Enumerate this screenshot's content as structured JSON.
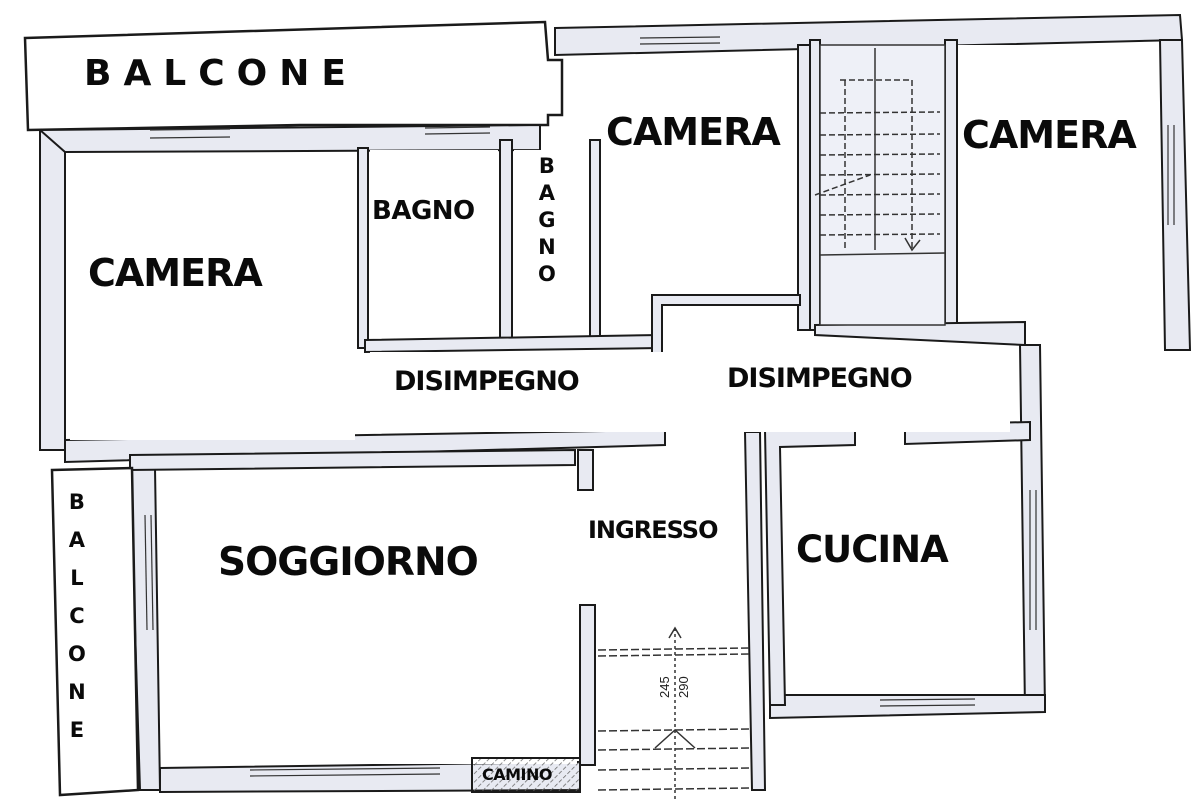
{
  "plan": {
    "wall_color": "#1a1a1a",
    "wall_fill": "#e8eaf2",
    "floor_color": "#ffffff",
    "hatch_color": "#555555"
  },
  "rooms": {
    "balcone_top": "BALCONE",
    "camera_left": "CAMERA",
    "bagno_1": "BAGNO",
    "bagno_2_letters": [
      "B",
      "A",
      "G",
      "N",
      "O"
    ],
    "camera_center": "CAMERA",
    "camera_right": "CAMERA",
    "disimpegno_left": "DISIMPEGNO",
    "disimpegno_right": "DISIMPEGNO",
    "balcone_left_letters": [
      "B",
      "A",
      "L",
      "C",
      "O",
      "N",
      "E"
    ],
    "soggiorno": "SOGGIORNO",
    "ingresso": "INGRESSO",
    "cucina": "CUCINA",
    "camino": "CAMINO"
  },
  "dimensions": {
    "stair_dim_1": "245",
    "stair_dim_2": "290"
  }
}
